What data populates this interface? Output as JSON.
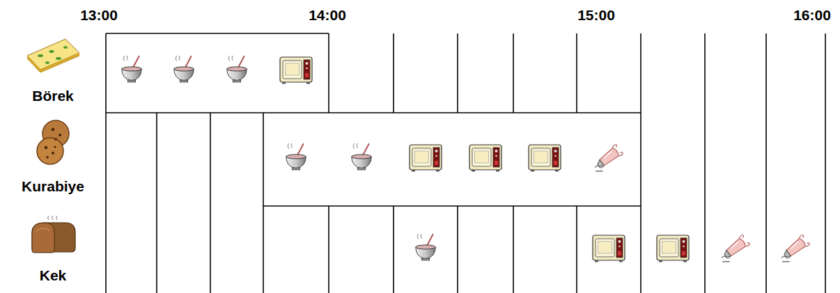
{
  "diagram": {
    "labels": [
      "13:00",
      "14:00",
      "15:00",
      "16:00",
      "Börek",
      "Kurabiye",
      "Kek"
    ]
  }
}
